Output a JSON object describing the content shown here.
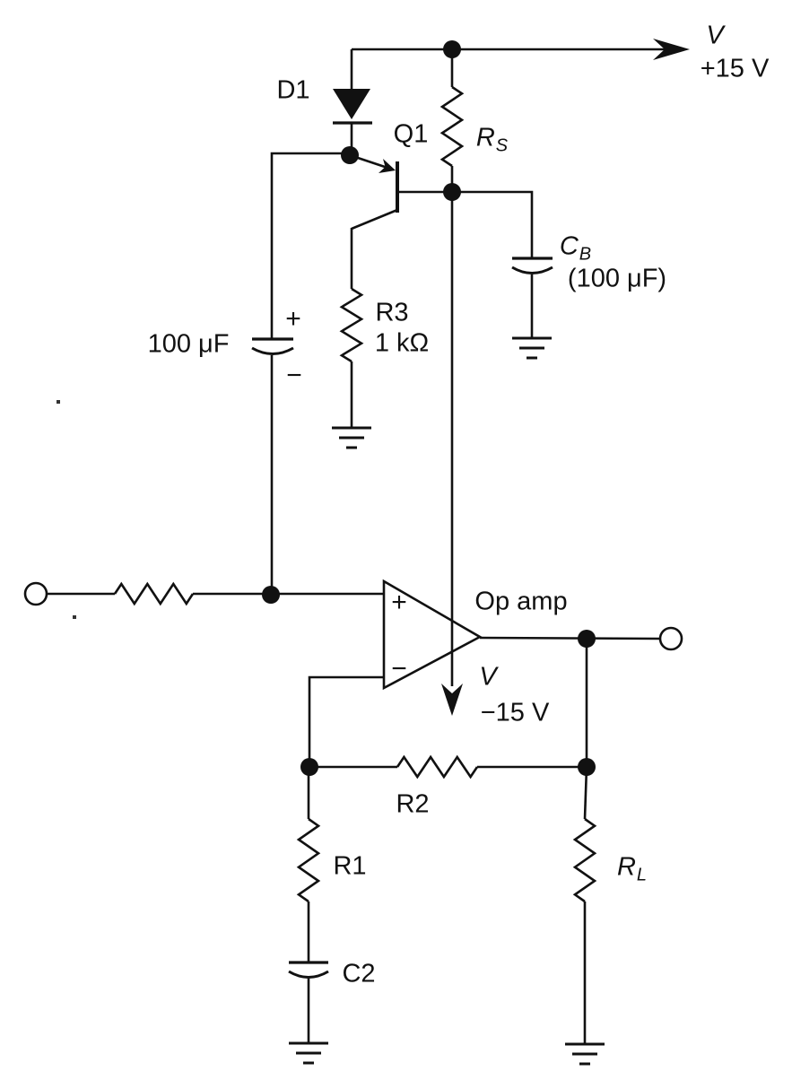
{
  "figure": {
    "kind": "circuit schematic",
    "description": "Op amp powered from +15 V rail through R_S with bypass capacitor C_B, bias network D1/Q1/R3 and 100 uF capacitor, inverting feedback R1-R2-C2, load R_L, negative supply -15 V"
  },
  "supply_pos": {
    "symbol": "V",
    "value": "+15 V"
  },
  "supply_neg": {
    "symbol": "V",
    "value": "−15 V"
  },
  "diode": {
    "name": "D1"
  },
  "transistor": {
    "name": "Q1"
  },
  "rs": {
    "base": "R",
    "sub": "S"
  },
  "cb": {
    "base": "C",
    "sub": "B",
    "value": "(100 μF)"
  },
  "c1": {
    "value": "100 μF",
    "plus": "+",
    "minus": "−"
  },
  "r3": {
    "name": "R3",
    "value": "1 kΩ"
  },
  "opamp": {
    "name": "Op amp",
    "plus": "+",
    "minus": "−"
  },
  "r1": {
    "name": "R1"
  },
  "r2": {
    "name": "R2"
  },
  "c2": {
    "name": "C2"
  },
  "rl": {
    "base": "R",
    "sub": "L"
  }
}
